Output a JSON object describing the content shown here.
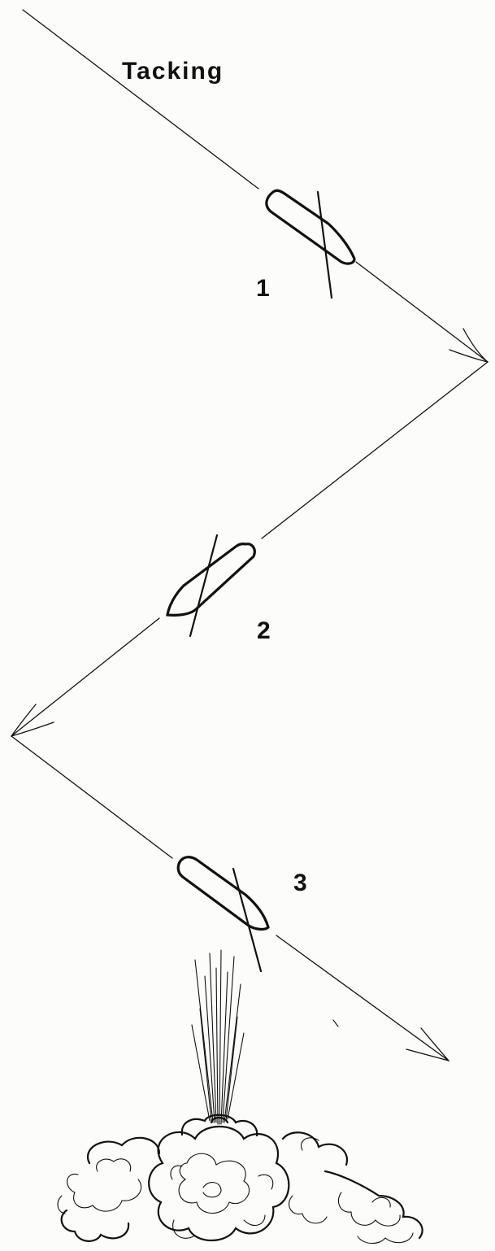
{
  "diagram": {
    "title": "Tacking",
    "positions": [
      {
        "label": "1"
      },
      {
        "label": "2"
      },
      {
        "label": "3"
      }
    ],
    "line_color": "#111111",
    "paper_color": "#fcfcfa"
  }
}
